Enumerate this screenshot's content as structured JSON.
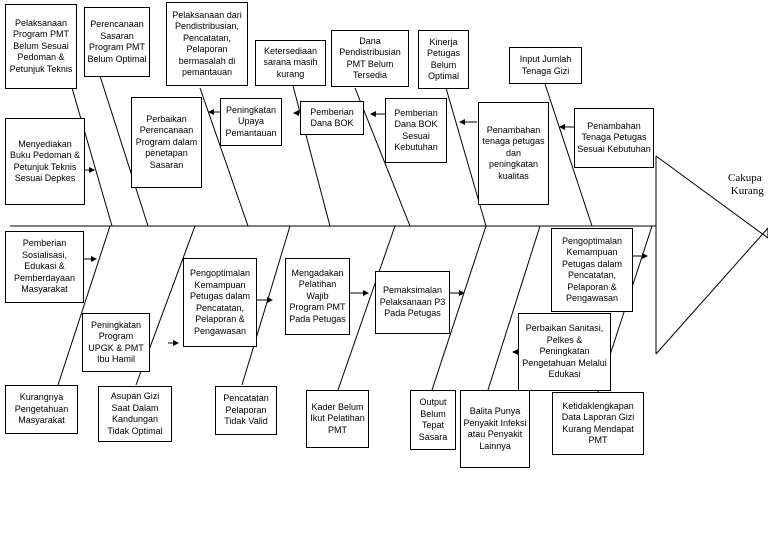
{
  "head": {
    "label": "Cakupa\n Kurang"
  },
  "causes": {
    "top_row": [
      "Pelaksanaan Program PMT Belum Sesuai Pedoman & Petunjuk Teknis",
      "Perencanaan Sasaran Program PMT Belum Optimal",
      "Pelaksanaan dari Pendistribusian, Pencatatan, Pelaporan bermasalah di pemantauan",
      "Ketersediaan sarana masih kurang",
      "Dana Pendistribusian PMT Belum Tersedia",
      "Kinerja Petugas Belum Optimal",
      "Input Jumlah Tenaga Gizi"
    ],
    "bottom_row": [
      "Kurangnya Pengetahuan Masyarakat",
      "Asupan Gizi Saat Dalam Kandungan Tidak Optimal",
      "Pencatatan Pelaporan Tidak Valid",
      "Kader Belum Ikut Pelatihan PMT",
      "Output Belum Tepat Sasara",
      "Balita Punya Penyakit Infeksi atau Penyakit Lainnya",
      "Ketidaklengkapan Data Laporan Gizi Kurang Mendapat PMT"
    ]
  },
  "solutions": {
    "upper": [
      "Menyediakan Buku Pedoman & Petunjuk Teknis Sesuai Depkes",
      "Perbaikan Perencanaan Program dalam penetapan Sasaran",
      "Peningkatan Upaya Pemantauan",
      "Pemberian Dana BOK",
      "Pemberian Dana BOK Sesuai Kebutuhan",
      "Penambahan tenaga petugas dan peningkatan kualitas",
      "Penambahan Tenaga Petugas Sesuai Kebutuhan"
    ],
    "lower": [
      "Pemberian Sosialisasi, Edukasi & Pemberdayaan Masyarakat",
      "Peningkatan Program UPGK & PMT Ibu Hamil",
      "Pengoptimalan Kemampuan Petugas dalam Pencatatan, Pelaporan & Pengawasan",
      "Mengadakan Pelatihan Wajib Program PMT Pada Petugas",
      "Pemaksimalan Pelaksanaan P3 Pada Petugas",
      "Pengoptimalan Kemampuan Petugas dalam Pencatatan, Pelaporan & Pengawasan",
      "Perbaikan Sanitasi, Pelkes & Peningkatan Pengetahuan Melalui Edukasi"
    ]
  }
}
